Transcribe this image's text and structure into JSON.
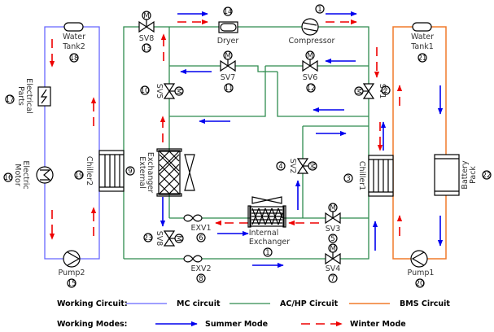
{
  "components": {
    "compressor": {
      "label": "Compressor",
      "num": "1"
    },
    "dryer": {
      "label": "Dryer",
      "num": "14"
    },
    "sv1": {
      "label": "SV1",
      "num": "2"
    },
    "sv2": {
      "label": "SV2",
      "num": "4"
    },
    "sv3": {
      "label": "SV3",
      "num": "5"
    },
    "sv4": {
      "label": "SV4",
      "num": "7"
    },
    "sv5": {
      "label": "SV5",
      "num": "10"
    },
    "sv6": {
      "label": "SV6",
      "num": "12"
    },
    "sv7": {
      "label": "SV7",
      "num": "11"
    },
    "sv8_top": {
      "label": "SV8",
      "num": "13"
    },
    "sv8_bottom": {
      "label": "SV8",
      "num": "23"
    },
    "exv1": {
      "label": "EXV1",
      "num": "6"
    },
    "exv2": {
      "label": "EXV2",
      "num": "8"
    },
    "internal_exchanger": {
      "label_line1": "Internal",
      "label_line2": "Exchanger",
      "num": "1"
    },
    "external_exchanger": {
      "label_line1": "External",
      "label_line2": "Exchanger",
      "num": "9"
    },
    "chiller1": {
      "label": "Chiller1",
      "num": "3"
    },
    "chiller2": {
      "label": "Chiller2",
      "num": "19"
    },
    "water_tank1": {
      "label_line1": "Water",
      "label_line2": "Tank1",
      "num": "21"
    },
    "water_tank2": {
      "label_line1": "Water",
      "label_line2": "Tank2",
      "num": "18"
    },
    "battery_pack": {
      "label_line1": "Battery",
      "label_line2": "Pack",
      "num": "22"
    },
    "pump1": {
      "label": "Pump1",
      "num": "20"
    },
    "pump2": {
      "label": "Pump2",
      "num": "15"
    },
    "electric_motor": {
      "label_line1": "Electric",
      "label_line2": "Motor",
      "num": "16"
    },
    "electrical_parts": {
      "label_line1": "Electrical",
      "label_line2": "Parts",
      "num": "17"
    }
  },
  "legend": {
    "working_circuit_label": "Working Circuit:",
    "working_modes_label": "Working Modes:",
    "circuits": [
      {
        "name": "MC circuit",
        "color": "#6666ff"
      },
      {
        "name": "AC/HP Circuit",
        "color": "#2e8b4e"
      },
      {
        "name": "BMS Circuit",
        "color": "#f07a2a"
      }
    ],
    "modes": [
      {
        "name": "Summer Mode",
        "color": "#0000ee",
        "style": "solid"
      },
      {
        "name": "Winter Mode",
        "color": "#ee0000",
        "style": "dashed"
      }
    ]
  }
}
